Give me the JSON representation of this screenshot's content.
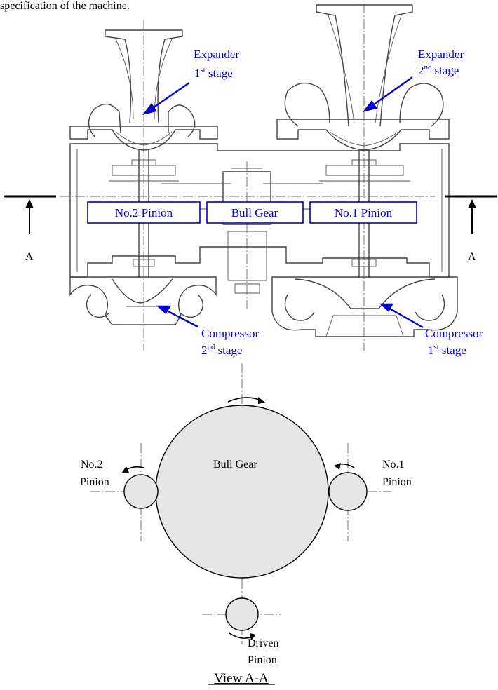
{
  "intro_fragment": "specification of the machine.",
  "section_view": {
    "expander_1": {
      "line1": "Expander",
      "stage_sup": "st",
      "stage_num": "1",
      "stage_word": "stage"
    },
    "expander_2": {
      "line1": "Expander",
      "stage_sup": "nd",
      "stage_num": "2",
      "stage_word": "stage"
    },
    "compressor_2": {
      "line1": "Compressor",
      "stage_sup": "nd",
      "stage_num": "2",
      "stage_word": "stage"
    },
    "compressor_1": {
      "line1": "Compressor",
      "stage_sup": "st",
      "stage_num": "1",
      "stage_word": "stage"
    },
    "box_labels": {
      "pinion_2": "No.2 Pinion",
      "bull_gear": "Bull Gear",
      "pinion_1": "No.1 Pinion"
    },
    "section_marker": "A"
  },
  "view_aa": {
    "bull_gear": "Bull Gear",
    "pinion_2": {
      "line1": "No.2",
      "line2": "Pinion"
    },
    "pinion_1": {
      "line1": "No.1",
      "line2": "Pinion"
    },
    "driven_pinion": {
      "line1": "Driven",
      "line2": "Pinion"
    },
    "title": "View A-A"
  },
  "colors": {
    "label_blue": "#0000cc",
    "gear_fill": "#e6e6e6",
    "line": "#000000"
  }
}
